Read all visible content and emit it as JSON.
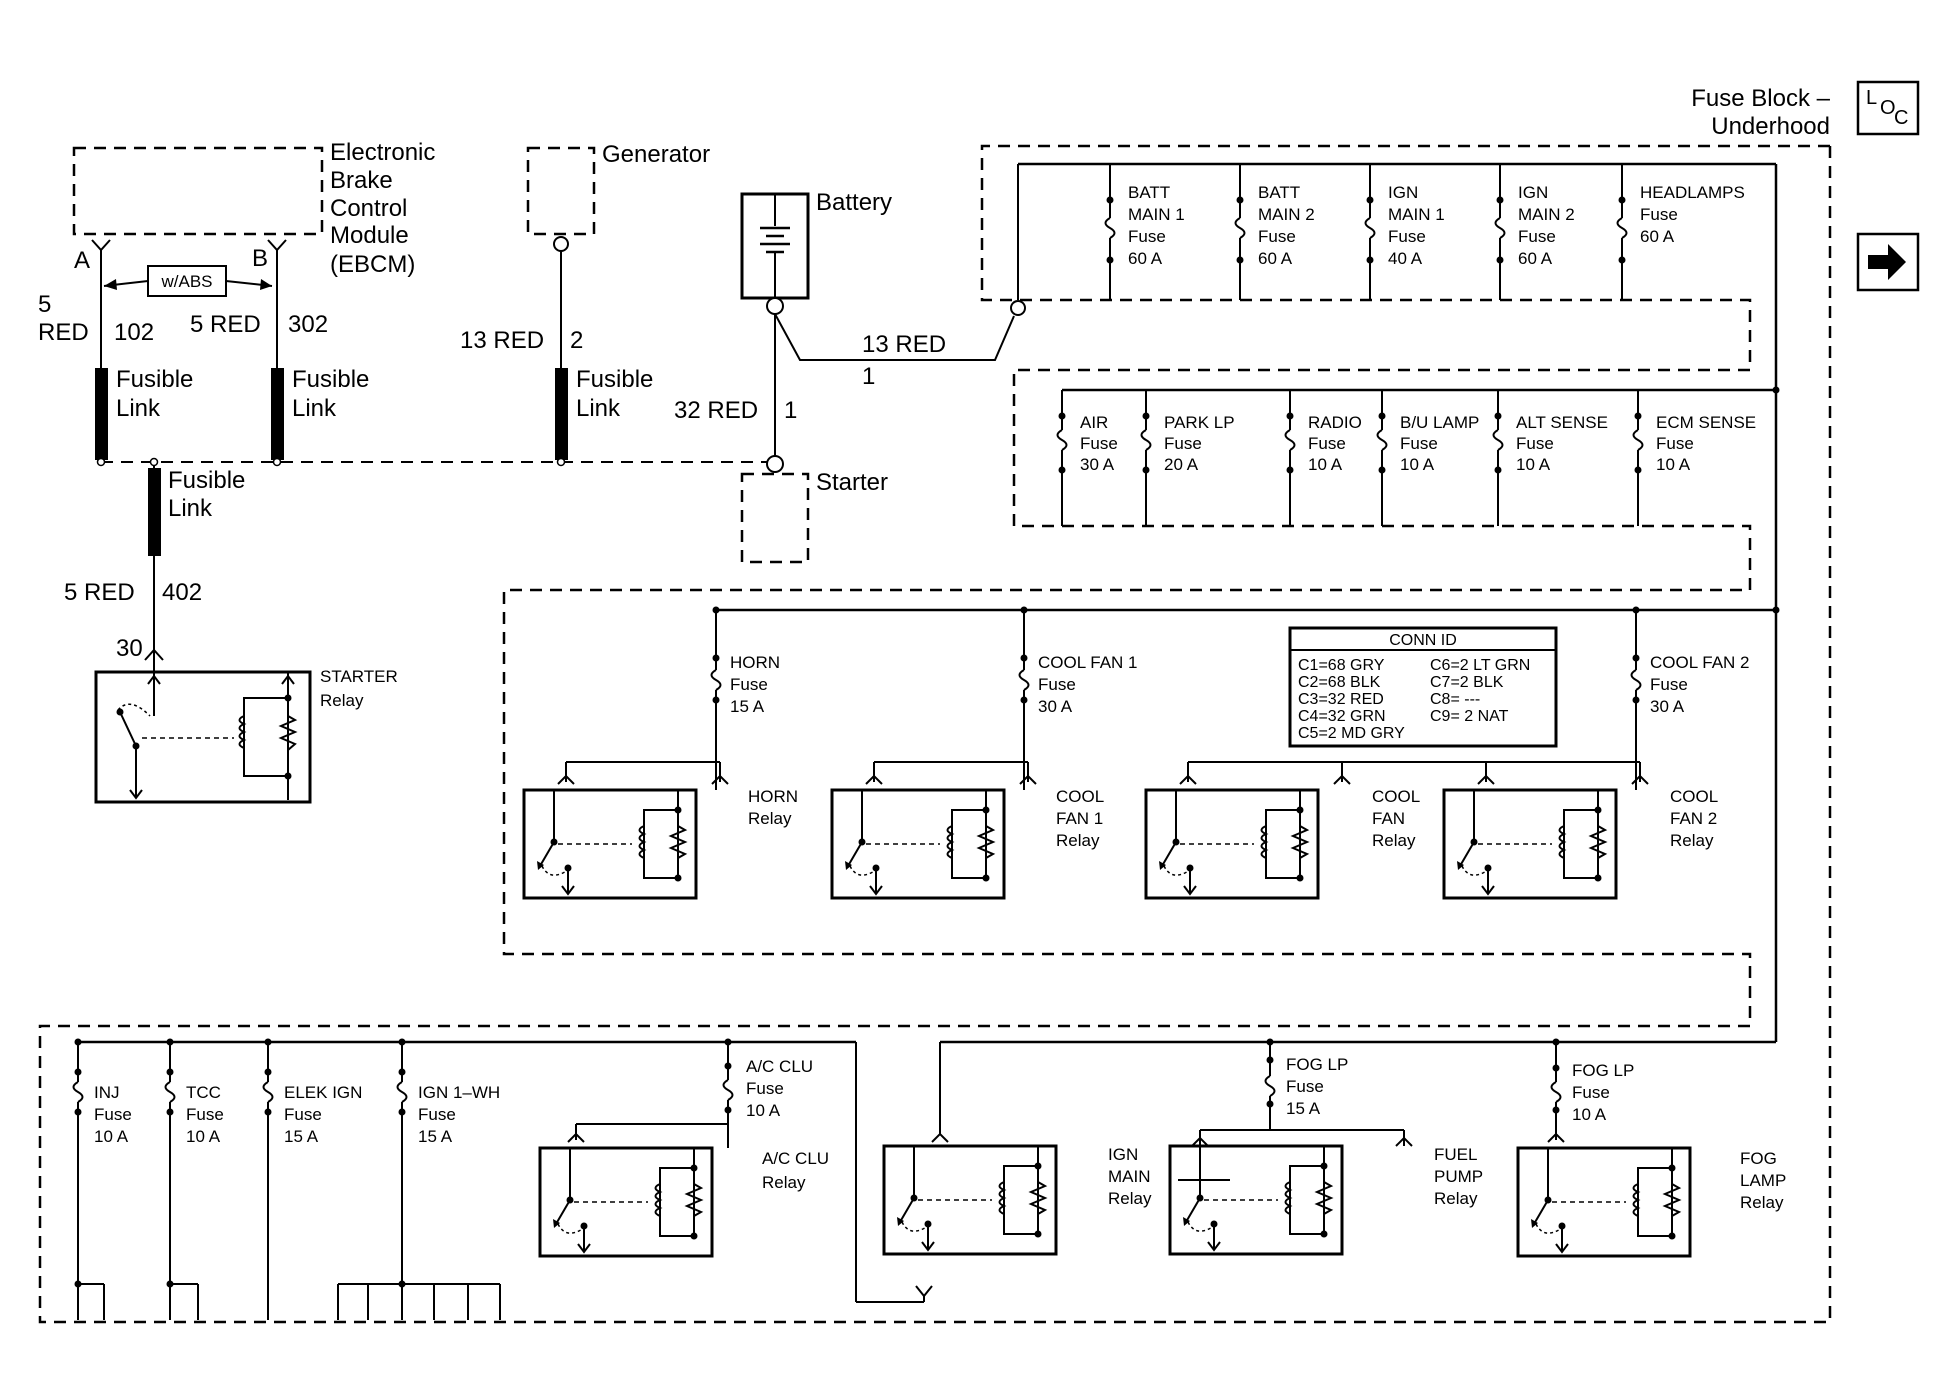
{
  "header": {
    "title": "Fuse Block –",
    "subtitle": "Underhood",
    "loc_letters": [
      "L",
      "O",
      "C"
    ]
  },
  "ebcm": {
    "lines": [
      "Electronic",
      "Brake",
      "Control",
      "Module",
      "(EBCM)"
    ],
    "pin_a": "A",
    "pin_b": "B",
    "abs_label": "w/ABS"
  },
  "generator": {
    "label": "Generator"
  },
  "battery": {
    "label": "Battery"
  },
  "starter": {
    "label": "Starter"
  },
  "fusible": {
    "line1": "Fusible",
    "line2": "Link"
  },
  "wires": {
    "a_gauge": "5",
    "a_color": "RED",
    "a_circuit": "102",
    "b_wire": "5 RED",
    "b_circuit": "302",
    "gen_wire": "13 RED",
    "gen_circuit": "2",
    "batt_fuse_wire": "13 RED",
    "batt_fuse_circuit": "1",
    "starter_wire": "32 RED",
    "starter_circuit": "1",
    "relay_wire": "5 RED",
    "relay_circuit": "402",
    "relay_pin": "30"
  },
  "starter_relay": {
    "line1": "STARTER",
    "line2": "Relay"
  },
  "row1_fuses": [
    {
      "l1": "BATT",
      "l2": "MAIN 1",
      "l3": "Fuse",
      "l4": "60 A"
    },
    {
      "l1": "BATT",
      "l2": "MAIN 2",
      "l3": "Fuse",
      "l4": "60 A"
    },
    {
      "l1": "IGN",
      "l2": "MAIN 1",
      "l3": "Fuse",
      "l4": "40 A"
    },
    {
      "l1": "IGN",
      "l2": "MAIN 2",
      "l3": "Fuse",
      "l4": "60 A"
    },
    {
      "l1": "HEADLAMPS",
      "l2": "Fuse",
      "l3": "60 A"
    }
  ],
  "row2_fuses": [
    {
      "l1": "AIR",
      "l2": "Fuse",
      "l3": "30 A"
    },
    {
      "l1": "PARK LP",
      "l2": "Fuse",
      "l3": "20 A"
    },
    {
      "l1": "RADIO",
      "l2": "Fuse",
      "l3": "10 A"
    },
    {
      "l1": "B/U LAMP",
      "l2": "Fuse",
      "l3": "10 A"
    },
    {
      "l1": "ALT SENSE",
      "l2": "Fuse",
      "l3": "10 A"
    },
    {
      "l1": "ECM SENSE",
      "l2": "Fuse",
      "l3": "10 A"
    }
  ],
  "row3_fuses": [
    {
      "l1": "HORN",
      "l2": "Fuse",
      "l3": "15 A"
    },
    {
      "l1": "COOL FAN 1",
      "l2": "Fuse",
      "l3": "30 A"
    },
    {
      "l1": "COOL FAN 2",
      "l2": "Fuse",
      "l3": "30 A"
    }
  ],
  "row3_relays": [
    {
      "l1": "HORN",
      "l2": "Relay"
    },
    {
      "l1": "COOL",
      "l2": "FAN 1",
      "l3": "Relay"
    },
    {
      "l1": "COOL",
      "l2": "FAN",
      "l3": "Relay"
    },
    {
      "l1": "COOL",
      "l2": "FAN 2",
      "l3": "Relay"
    }
  ],
  "conn_id": {
    "title": "CONN ID",
    "left": [
      "C1=68 GRY",
      "C2=68 BLK",
      "C3=32 RED",
      "C4=32 GRN",
      "C5=2 MD GRY"
    ],
    "right": [
      "C6=2 LT GRN",
      "C7=2 BLK",
      "C8= ---",
      "C9= 2 NAT"
    ]
  },
  "row4_fuses": [
    {
      "l1": "INJ",
      "l2": "Fuse",
      "l3": "10 A"
    },
    {
      "l1": "TCC",
      "l2": "Fuse",
      "l3": "10 A"
    },
    {
      "l1": "ELEK IGN",
      "l2": "Fuse",
      "l3": "15  A"
    },
    {
      "l1": "IGN 1–WH",
      "l2": "Fuse",
      "l3": "15  A"
    },
    {
      "l1": "A/C CLU",
      "l2": "Fuse",
      "l3": "10 A"
    },
    {
      "l1": "FOG LP",
      "l2": "Fuse",
      "l3": "15 A"
    },
    {
      "l1": "FOG LP",
      "l2": "Fuse",
      "l3": "10 A"
    }
  ],
  "row4_relays": [
    {
      "l1": "A/C CLU",
      "l2": "Relay"
    },
    {
      "l1": "IGN",
      "l2": "MAIN",
      "l3": "Relay"
    },
    {
      "l1": "FUEL",
      "l2": "PUMP",
      "l3": "Relay"
    },
    {
      "l1": "FOG",
      "l2": "LAMP",
      "l3": "Relay"
    }
  ]
}
